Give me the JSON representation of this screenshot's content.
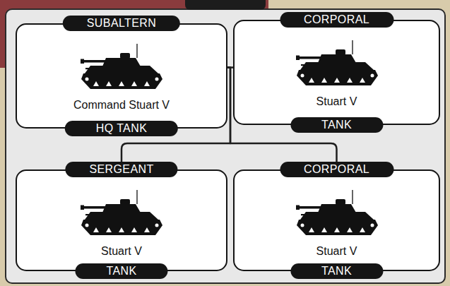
{
  "diagram": {
    "nodes": [
      {
        "text": [
          "SUBALTERN",
          "Command Stuart V",
          "HQ TANK"
        ]
      },
      {
        "text": [
          "CORPORAL",
          "Stuart V",
          "TANK"
        ]
      },
      {
        "text": [
          "SERGEANT",
          "Stuart V",
          "TANK"
        ]
      },
      {
        "text": [
          "CORPORAL",
          "Stuart V",
          "TANK"
        ]
      }
    ],
    "edges": [
      {
        "from": 0,
        "to": 1,
        "arrow": "none"
      },
      {
        "from": 0,
        "to": 2,
        "arrow": "none"
      },
      {
        "from": 0,
        "to": 3,
        "arrow": "none"
      }
    ]
  }
}
